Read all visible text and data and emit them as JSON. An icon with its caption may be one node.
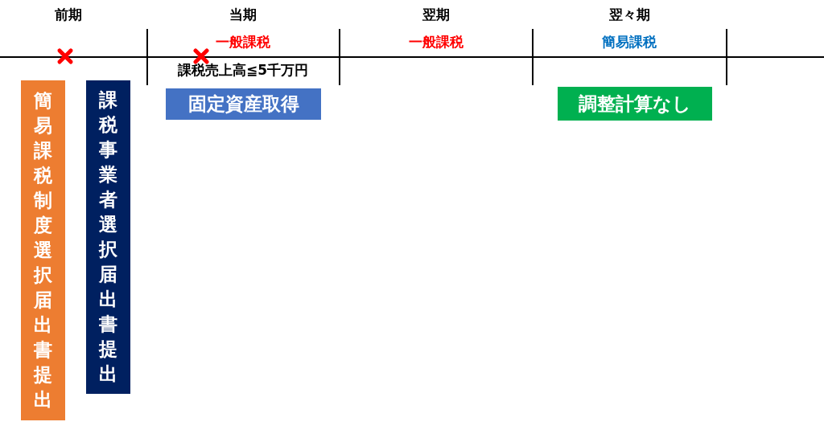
{
  "diagram": {
    "nodes": [
      {
        "text": [
          "簡易課税制度選択届出書提出"
        ]
      },
      {
        "text": [
          "課税事業者選択届出書提出"
        ]
      },
      {
        "text": [
          "固定資産取得"
        ]
      },
      {
        "text": [
          "調整計算なし"
        ]
      }
    ],
    "labels": [
      "前期",
      "当期",
      "翌期",
      "翌々期",
      "一般課税",
      "一般課税",
      "簡易課税",
      "課税売上高≦5千万円"
    ]
  }
}
